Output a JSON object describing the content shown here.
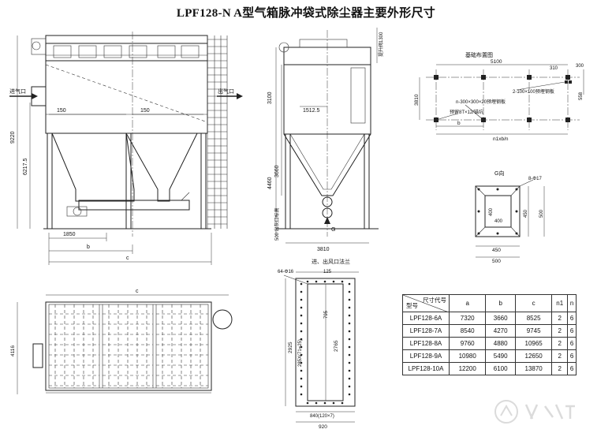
{
  "title": "LPF128-N A型气箱脉冲袋式除尘器主要外形尺寸",
  "front_view": {
    "inlet_label": "进气口",
    "outlet_label": "出气口",
    "dim_height": "9220",
    "dim_mid": "6217.5",
    "dim_150_left": "150",
    "dim_150_right": "150",
    "dim_1850": "1850",
    "dim_b": "b",
    "dim_c": "c"
  },
  "side_view": {
    "top_label": "提升阀1300",
    "dim_3100": "3100",
    "dim_1512": "1512.5",
    "dim_3660": "3660",
    "dim_4460": "4460",
    "dim_500": "500 出灰口标高",
    "dim_3810": "3810",
    "g_label": "G"
  },
  "base_plan": {
    "title": "基础布置图",
    "dim_5100": "5100",
    "dim_310": "310",
    "dim_300": "300",
    "dim_558": "558",
    "dim_3810": "3810",
    "note_plate": "2-100×100预埋钢板",
    "note_embed": "n-300×300×20预埋钢板",
    "note_bolt": "预留8T×12/锚坑",
    "dim_b": "b",
    "dim_n": "n1xb/n"
  },
  "g_view": {
    "label": "G向",
    "holes": "8-Φ17",
    "dim_400_v": "400",
    "dim_400_h": "400",
    "dim_450_v": "450",
    "dim_500_v": "500",
    "dim_450_h": "450",
    "dim_500_h": "500"
  },
  "top_view": {
    "dim_4116": "4116",
    "dim_c": "c"
  },
  "flange_view": {
    "header": "进、出风口法兰",
    "holes": "64-Φ16",
    "dim_125": "125",
    "dim_795": "795",
    "dim_2925": "2925",
    "dim_2765": "2765",
    "dim_285": "285X(71=25)",
    "dim_840": "840(120×7)",
    "dim_920": "920"
  },
  "spec_table": {
    "header_code": "尺寸代号",
    "header_model": "型号",
    "columns": [
      "a",
      "b",
      "c",
      "n1",
      "n"
    ],
    "rows": [
      {
        "model": "LPF128-6A",
        "a": "7320",
        "b": "3660",
        "c": "8525",
        "n1": "2",
        "n": "6"
      },
      {
        "model": "LPF128-7A",
        "a": "8540",
        "b": "4270",
        "c": "9745",
        "n1": "2",
        "n": "6"
      },
      {
        "model": "LPF128-8A",
        "a": "9760",
        "b": "4880",
        "c": "10965",
        "n1": "2",
        "n": "6"
      },
      {
        "model": "LPF128-9A",
        "a": "10980",
        "b": "5490",
        "c": "12650",
        "n1": "2",
        "n": "6"
      },
      {
        "model": "LPF128-10A",
        "a": "12200",
        "b": "6100",
        "c": "13870",
        "n1": "2",
        "n": "6"
      }
    ]
  }
}
